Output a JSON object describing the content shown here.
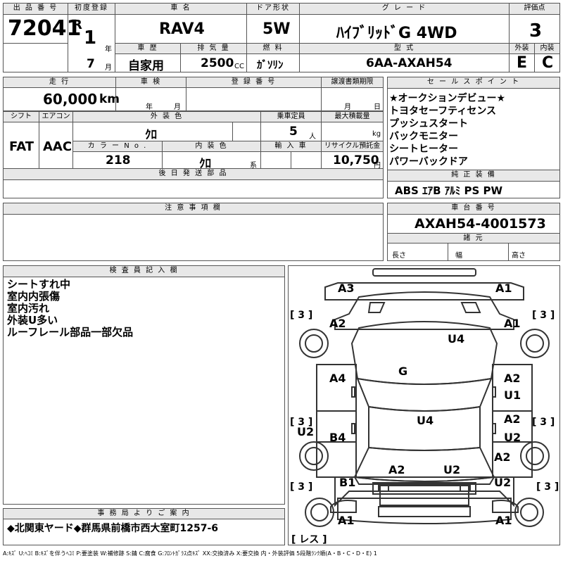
{
  "header": {
    "lot_label": "出 品 番 号",
    "lot": "72041",
    "reg_label": "初度登録",
    "era": "R",
    "year": "1",
    "year_unit": "年",
    "month": "7",
    "month_unit": "月",
    "name_label": "車 名",
    "name": "RAV4",
    "history_label": "車 歴",
    "history": "自家用",
    "disp_label": "排 気 量",
    "disp": "2500",
    "disp_unit": "CC",
    "door_label": "ドア形状",
    "door": "5W",
    "fuel_label": "燃 料",
    "fuel": "ｶﾞｿﾘﾝ",
    "grade_label": "グ レ ー ド",
    "grade": "ﾊｲﾌﾞﾘｯﾄﾞG 4WD",
    "model_label": "型 式",
    "model": "6AA-AXAH54",
    "score_label": "評価点",
    "score": "3",
    "ext_label": "外装",
    "ext": "E",
    "int_label": "内装",
    "int": "C"
  },
  "row2": {
    "mileage_label": "走 行",
    "mileage": "60,000",
    "mileage_unit": "km",
    "inspection_label": "車 検",
    "insp_year": "年",
    "insp_month": "月",
    "regno_label": "登 録 番 号",
    "transfer_label": "譲渡書類期限",
    "tr_month": "月",
    "tr_day": "日",
    "shift_label": "シフト",
    "shift": "FAT",
    "ac_label": "エアコン",
    "ac": "AAC",
    "color_label": "外 装 色",
    "color": "ｸﾛ",
    "seats_label": "乗車定員",
    "seats": "5",
    "seats_unit": "人",
    "load_label": "最大積載量",
    "load_unit": "kg",
    "colorno_label": "カ ラ ー N o .",
    "colorno": "218",
    "intcolor_label": "内 装 色",
    "intcolor": "ｸﾛ",
    "intcolor_unit": "系",
    "import_label": "輸 入 車",
    "recycle_label": "リサイクル預託金",
    "recycle": "10,750",
    "recycle_unit": "円",
    "later_label": "後 日 発 送 部 品"
  },
  "selling": {
    "label": "セ ー ル ス ポ イ ン ト",
    "items": [
      "★オークションデビュー★",
      "トヨタセーフティセンス",
      "プッシュスタート",
      "バックモニター",
      "シートヒーター",
      "パワーバックドア"
    ]
  },
  "equipment": {
    "label": "純 正 装 備",
    "value": "ABS ｴｱB ｱﾙﾐ PS PW"
  },
  "caution": {
    "label": "注 意 事 項 欄"
  },
  "chassis": {
    "label": "車 台 番 号",
    "value": "AXAH54-4001573",
    "dims_label": "諸 元",
    "length": "長さ",
    "width": "幅",
    "height": "高さ"
  },
  "inspector": {
    "label": "検 査 員 記 入 欄",
    "notes": [
      "シートすれ中",
      "室内内張傷",
      "室内汚れ",
      "外装U多い",
      "ルーフレール部品一部欠品"
    ]
  },
  "office": {
    "label": "事 務 局 よ り ご 案 内",
    "value": "◆北関東ヤード◆群馬県前橋市西大室町1257-6"
  },
  "diagram": {
    "marks": [
      "A3",
      "A1",
      "A2",
      "A1",
      "U4",
      "G",
      "A4",
      "A2",
      "U1",
      "U4",
      "A2",
      "B4",
      "U2",
      "U2",
      "A2",
      "U2",
      "A2",
      "U2",
      "B1",
      "A1",
      "A1"
    ],
    "brackets": [
      "[ 3 ]",
      "[ 3 ]",
      "[ 3 ]",
      "[ 3 ]",
      "[ 3 ]",
      "[ 3 ]"
    ],
    "spare": "[ レス ]"
  },
  "legend": "A:ｷｽﾞ U:ﾍｺﾐ B:ｷｽﾞを伴うﾍｺﾐ P:要塗装 W:補修跡 S:錆 C:腐食 G:ﾌﾛﾝﾄｶﾞﾗｽ点ｷｽﾞ XX:交換済み X:要交換 内・外装評価 5段階ﾗﾝｸ順(A・B・C・D・E) 1"
}
